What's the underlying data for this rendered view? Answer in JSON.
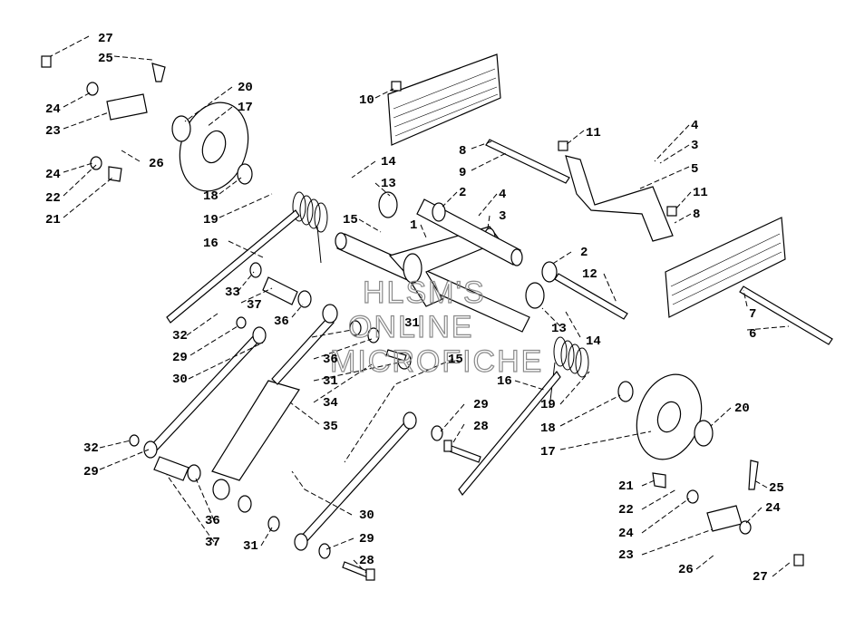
{
  "watermark": [
    "HLSM'S",
    "ONLINE",
    "MICROFICHE"
  ],
  "callouts": [
    {
      "id": "c27a",
      "text": "27"
    },
    {
      "id": "c25a",
      "text": "25"
    },
    {
      "id": "c24a",
      "text": "24"
    },
    {
      "id": "c23a",
      "text": "23"
    },
    {
      "id": "c24b",
      "text": "24"
    },
    {
      "id": "c22a",
      "text": "22"
    },
    {
      "id": "c21a",
      "text": "21"
    },
    {
      "id": "c20a",
      "text": "20"
    },
    {
      "id": "c17a",
      "text": "17"
    },
    {
      "id": "c26a",
      "text": "26"
    },
    {
      "id": "c18a",
      "text": "18"
    },
    {
      "id": "c19a",
      "text": "19"
    },
    {
      "id": "c16a",
      "text": "16"
    },
    {
      "id": "c14a",
      "text": "14"
    },
    {
      "id": "c13a",
      "text": "13"
    },
    {
      "id": "c15a",
      "text": "15"
    },
    {
      "id": "c1",
      "text": "1"
    },
    {
      "id": "c2a",
      "text": "2"
    },
    {
      "id": "c4a",
      "text": "4"
    },
    {
      "id": "c3a",
      "text": "3"
    },
    {
      "id": "c10",
      "text": "10"
    },
    {
      "id": "c8a",
      "text": "8"
    },
    {
      "id": "c9",
      "text": "9"
    },
    {
      "id": "c11a",
      "text": "11"
    },
    {
      "id": "c4b",
      "text": "4"
    },
    {
      "id": "c3b",
      "text": "3"
    },
    {
      "id": "c5",
      "text": "5"
    },
    {
      "id": "c11b",
      "text": "11"
    },
    {
      "id": "c8b",
      "text": "8"
    },
    {
      "id": "c2b",
      "text": "2"
    },
    {
      "id": "c12",
      "text": "12"
    },
    {
      "id": "c7",
      "text": "7"
    },
    {
      "id": "c6",
      "text": "6"
    },
    {
      "id": "c13b",
      "text": "13"
    },
    {
      "id": "c14b",
      "text": "14"
    },
    {
      "id": "c33",
      "text": "33"
    },
    {
      "id": "c37a",
      "text": "37"
    },
    {
      "id": "c36a",
      "text": "36"
    },
    {
      "id": "c32a",
      "text": "32"
    },
    {
      "id": "c29a",
      "text": "29"
    },
    {
      "id": "c30a",
      "text": "30"
    },
    {
      "id": "c31a",
      "text": "31"
    },
    {
      "id": "c36b",
      "text": "36"
    },
    {
      "id": "c31b",
      "text": "31"
    },
    {
      "id": "c34",
      "text": "34"
    },
    {
      "id": "c35",
      "text": "35"
    },
    {
      "id": "c15b",
      "text": "15"
    },
    {
      "id": "c16b",
      "text": "16"
    },
    {
      "id": "c29b",
      "text": "29"
    },
    {
      "id": "c28a",
      "text": "28"
    },
    {
      "id": "c19b",
      "text": "19"
    },
    {
      "id": "c18b",
      "text": "18"
    },
    {
      "id": "c17b",
      "text": "17"
    },
    {
      "id": "c20b",
      "text": "20"
    },
    {
      "id": "c32b",
      "text": "32"
    },
    {
      "id": "c29c",
      "text": "29"
    },
    {
      "id": "c36c",
      "text": "36"
    },
    {
      "id": "c37b",
      "text": "37"
    },
    {
      "id": "c31c",
      "text": "31"
    },
    {
      "id": "c30b",
      "text": "30"
    },
    {
      "id": "c29d",
      "text": "29"
    },
    {
      "id": "c28b",
      "text": "28"
    },
    {
      "id": "c21b",
      "text": "21"
    },
    {
      "id": "c25b",
      "text": "25"
    },
    {
      "id": "c22b",
      "text": "22"
    },
    {
      "id": "c24c",
      "text": "24"
    },
    {
      "id": "c24d",
      "text": "24"
    },
    {
      "id": "c23b",
      "text": "23"
    },
    {
      "id": "c26b",
      "text": "26"
    },
    {
      "id": "c27b",
      "text": "27"
    }
  ]
}
